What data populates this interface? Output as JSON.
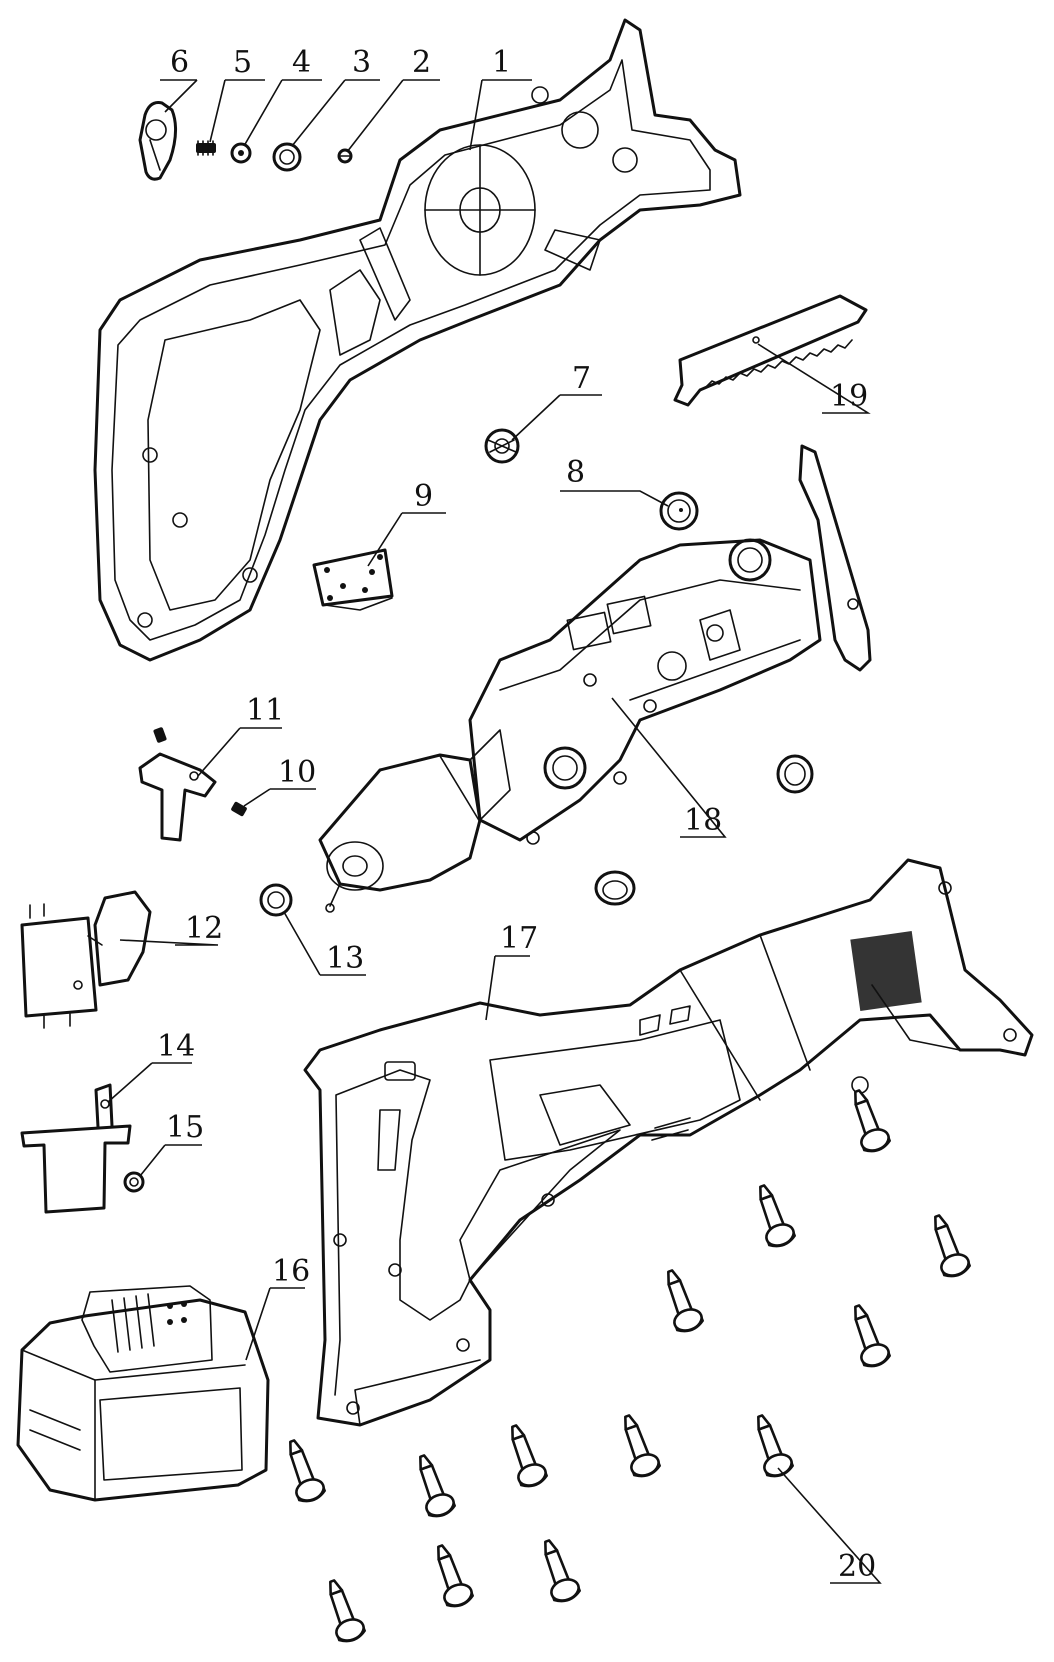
{
  "diagram": {
    "parts": [
      {
        "id": "p1",
        "number": "1",
        "component": "left-housing"
      },
      {
        "id": "p2",
        "number": "2",
        "component": "small-screw"
      },
      {
        "id": "p3",
        "number": "3",
        "component": "washer-ring"
      },
      {
        "id": "p4",
        "number": "4",
        "component": "small-washer"
      },
      {
        "id": "p5",
        "number": "5",
        "component": "spring"
      },
      {
        "id": "p6",
        "number": "6",
        "component": "blade-lock-lever"
      },
      {
        "id": "p7",
        "number": "7",
        "component": "gear-knob"
      },
      {
        "id": "p8",
        "number": "8",
        "component": "bearing-cap"
      },
      {
        "id": "p9",
        "number": "9",
        "component": "control-board"
      },
      {
        "id": "p10",
        "number": "10",
        "component": "small-spring"
      },
      {
        "id": "p11",
        "number": "11",
        "component": "lock-button"
      },
      {
        "id": "p12",
        "number": "12",
        "component": "trigger-switch"
      },
      {
        "id": "p13",
        "number": "13",
        "component": "motor-bearing"
      },
      {
        "id": "p14",
        "number": "14",
        "component": "battery-terminal"
      },
      {
        "id": "p15",
        "number": "15",
        "component": "terminal-washer"
      },
      {
        "id": "p16",
        "number": "16",
        "component": "battery-pack"
      },
      {
        "id": "p17",
        "number": "17",
        "component": "right-housing"
      },
      {
        "id": "p18",
        "number": "18",
        "component": "gearbox-and-motor"
      },
      {
        "id": "p19",
        "number": "19",
        "component": "saw-blade"
      },
      {
        "id": "p20",
        "number": "20",
        "component": "housing-screws"
      }
    ]
  }
}
